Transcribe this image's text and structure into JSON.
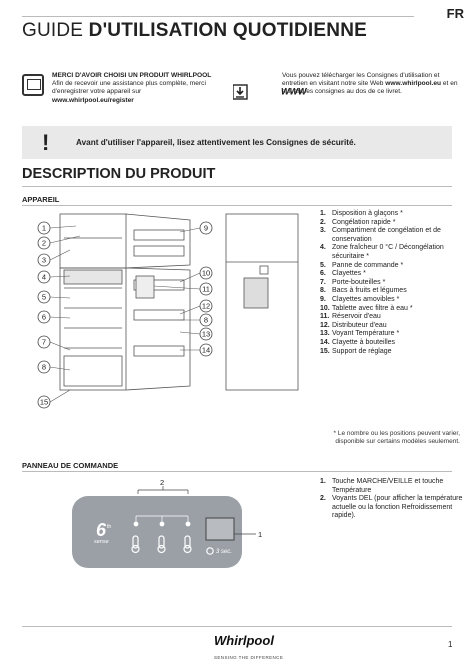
{
  "header": {
    "title_light": "GUIDE ",
    "title_bold": "D'UTILISATION QUOTIDIENNE",
    "lang": "FR"
  },
  "register": {
    "heading": "MERCI D'AVOIR CHOISI UN PRODUIT WHIRLPOOL",
    "body": "Afin de recevoir une assistance plus complète, merci d'enregistrer votre appareil sur",
    "link": "www.whirlpool.eu/register"
  },
  "download": {
    "icon_label": "WWW",
    "body1": "Vous pouvez télécharger les Consignes d'utilisation et entretien en visitant notre site Web ",
    "link": "www.whirlpool.eu",
    "body2": " et en suivant les consignes au dos de ce livret."
  },
  "warning": {
    "mark": "!",
    "text": "Avant d'utiliser l'appareil, lisez attentivement les Consignes de sécurité."
  },
  "section_title": "DESCRIPTION DU PRODUIT",
  "appliance": {
    "heading": "APPAREIL",
    "parts": [
      {
        "num": "1.",
        "label": "Disposition à glaçons *"
      },
      {
        "num": "2.",
        "label": "Congélation rapide *"
      },
      {
        "num": "3.",
        "label": "Compartiment de congélation et de conservation"
      },
      {
        "num": "4.",
        "label": "Zone fraîcheur 0 °C / Décongélation sécuritaire *"
      },
      {
        "num": "5.",
        "label": "Panne de commande *"
      },
      {
        "num": "6.",
        "label": "Clayettes *"
      },
      {
        "num": "7.",
        "label": "Porte-bouteilles *"
      },
      {
        "num": "8.",
        "label": "Bacs à fruits et légumes"
      },
      {
        "num": "9.",
        "label": "Clayettes amovibles *"
      },
      {
        "num": "10.",
        "label": "Tablette avec filtre à eau *"
      },
      {
        "num": "11.",
        "label": "Réservoir d'eau"
      },
      {
        "num": "12.",
        "label": "Distributeur d'eau"
      },
      {
        "num": "13.",
        "label": "Voyant Température *"
      },
      {
        "num": "14.",
        "label": "Clayette à bouteilles"
      },
      {
        "num": "15.",
        "label": "Support de réglage"
      }
    ],
    "callouts_left": [
      "1",
      "2",
      "3",
      "4",
      "5",
      "6",
      "7",
      "8",
      "15"
    ],
    "callouts_right": [
      "9",
      "10",
      "11",
      "12",
      "8",
      "13",
      "14"
    ],
    "note": "* Le nombre ou les positions peuvent varier, disponible sur certains modèles seulement."
  },
  "control_panel": {
    "heading": "PANNEAU DE COMMANDE",
    "callout_top": "2",
    "callout_right": "1",
    "sixth_sense": "6",
    "sixth_sense_suffix": "th",
    "sixth_sense_word": "sense",
    "timer_label": "3 sec.",
    "items": [
      {
        "num": "1.",
        "label": "Touche MARCHE/VEILLE et touche Température"
      },
      {
        "num": "2.",
        "label": "Voyants DEL (pour afficher la température actuelle ou la fonction Refroidissement rapide)."
      }
    ]
  },
  "footer": {
    "brand": "Whirlpool",
    "tagline": "SENSING THE DIFFERENCE",
    "page": "1"
  }
}
